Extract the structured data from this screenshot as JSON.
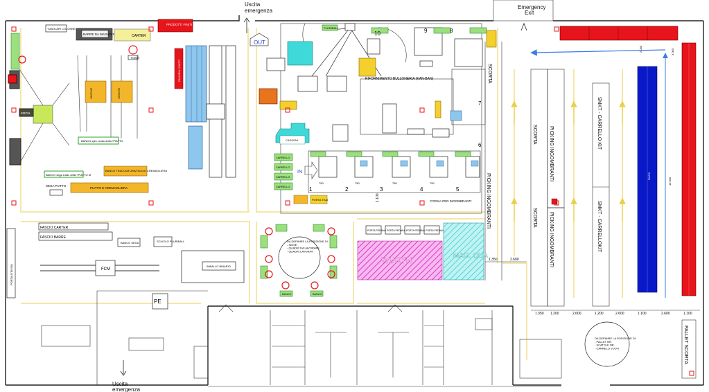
{
  "exits": {
    "top": "Uscita\nemergenza",
    "top_line1": "Uscita",
    "top_line2": "emergenza",
    "emergency_line1": "Emergency",
    "emergency_line2": "Exit",
    "bottom_line1": "Uscita",
    "bottom_line2": "emergenza",
    "out": "OUT",
    "in": "IN"
  },
  "left_area": {
    "tubolari": "TUBOLARI COLONNE",
    "barre": "BARRE DA MAGAZZINO",
    "carter": "CARTER",
    "prodotti": "PRODOTTI FINITI",
    "robot": "ROBOT",
    "kroon": "KRON",
    "banco_spin": "BANCO spin. tratto dritto+PIATTO",
    "banco_sega": "BANCO sega tratto dritto+PIATTO M",
    "sega_piatto": "SEGA PIATTO",
    "banco_tracc": "BANCO TRACCIATURA/TAGLIO CREMAGLIERA",
    "piatto_crem": "PIATTO E CREMAGLIERA",
    "vasche": "VASCHE",
    "pannelli": "PANNELLI PIATTI",
    "fascio_carter": "FASCIO CARTER",
    "fascio_barre": "FASCIO BARRE",
    "banco_sega2": "BANCO SEGA",
    "scivolo": "SCIVOLO PLURIBALL",
    "fcm": "FCM",
    "imballo": "IMBALLO BINARIO",
    "pe": "PE",
    "portautensili": "PORTAUTENSILI"
  },
  "center_area": {
    "rifornimento": "RIFORNIMENTO BULLONERIA (KAN-BAN)",
    "carrello": "CARRELLO",
    "pluriball": "PLURIBALL",
    "corsia": "CORSIA PER INGOMBRANTI",
    "porta_teai": "PORTA TEAI",
    "cassoni": "CASSONI",
    "banco": "BANCO",
    "da_definire": "DA DEFINIRE LA POSIZIONE DI:\n- SEDIE\n- QUADRI DA LAVORARE\n- QUADRI LAVORATI",
    "wurth": "WURTH",
    "mag_qua": "MAG. QUA",
    "porta_pedana": "PORTA PEDANA",
    "scorta": "SCORTA",
    "picking": "PICKING INGOMBRANTI",
    "stations": [
      "1",
      "2",
      "3",
      "4",
      "5",
      "6",
      "7",
      "8",
      "9",
      "10"
    ],
    "dim_1350": "1.350",
    "dim_2600": "2.600",
    "dim_1100": "1.100",
    "dim_750": "750"
  },
  "right_area": {
    "scorta": "SCORTA",
    "picking": "PICKING INGOMBRANTI",
    "smkt_kit": "SMKT - CARRELLO KIT",
    "smkt": "SMKT - CARRELLOKIT",
    "pallet_scorta": "PALLET SCORTA",
    "da_definire": "DA DEFINIRE LA POSIZIONE DI:\n- PALLET NR.\n- SCATOLE NR.\n- CARRELLI VUOTI",
    "rack": "RACK",
    "dims": [
      "1.350",
      "1.200",
      "2.600",
      "1.200",
      "2.600",
      "1.100",
      "2.600",
      "1.100"
    ],
    "dim_v1": "3.000",
    "dim_v2": "19.000",
    "dim_top": "2.000"
  },
  "colors": {
    "wall": "#222222",
    "path_yellow": "#f2df8a",
    "red_rack": "#e8141b",
    "blue_rack": "#0a19c8",
    "green": "#9be07d",
    "orange": "#f3b62b",
    "pink_hatch": "#e64dd6",
    "cyan_hatch": "#3fd9d9",
    "light_blue": "#8ec7ee",
    "arrow_blue": "#3e7be6"
  }
}
